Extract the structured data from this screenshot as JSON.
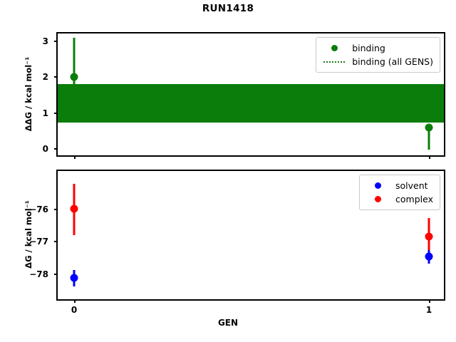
{
  "figure": {
    "title": "RUN1418",
    "xlabel": "GEN",
    "background": "#ffffff"
  },
  "colors": {
    "binding_green": "#0b7d0b",
    "solvent_blue": "#0000ff",
    "complex_red": "#ff0000",
    "axis_black": "#000000"
  },
  "panels": {
    "top": {
      "ylabel": "ΔΔG / kcal mol⁻¹",
      "yticks": [
        "0",
        "1",
        "2",
        "3"
      ],
      "ylim": [
        -0.1,
        3.35
      ],
      "legend": {
        "entries": [
          {
            "label": "binding",
            "handle": "marker-dot",
            "color": "#0b7d0b"
          },
          {
            "label": "binding (all GENS)",
            "handle": "dotted-line",
            "color": "#0b7d0b"
          }
        ]
      }
    },
    "bottom": {
      "ylabel": "ΔG / kcal mol⁻¹",
      "yticks": [
        "−76",
        "−77",
        "−78"
      ],
      "ylim": [
        -78.85,
        -75.15
      ],
      "legend": {
        "entries": [
          {
            "label": "solvent",
            "handle": "marker-dot",
            "color": "#0000ff"
          },
          {
            "label": "complex",
            "handle": "marker-dot",
            "color": "#ff0000"
          }
        ]
      }
    }
  },
  "xaxis": {
    "ticks": [
      "0",
      "1"
    ],
    "values": [
      0,
      1
    ],
    "lim": [
      -0.055,
      1.055
    ]
  },
  "chart_data": [
    {
      "type": "scatter",
      "panel": "top",
      "title": "RUN1418",
      "xlabel": "GEN",
      "ylabel": "ΔΔG / kcal mol⁻¹",
      "x": [
        0,
        1
      ],
      "xticklabels": [
        "0",
        "1"
      ],
      "ylim": [
        -0.1,
        3.35
      ],
      "yticks": [
        0,
        1,
        2,
        3
      ],
      "grid": false,
      "legend_position": "upper right",
      "series": [
        {
          "name": "binding",
          "color": "#0b7d0b",
          "marker": "o",
          "values": [
            2.15,
            0.59
          ],
          "yerr_low": [
            0.95,
            0.59
          ],
          "yerr_high": [
            0.93,
            0.0
          ],
          "err_bounds": [
            [
              1.2,
              3.08
            ],
            [
              0.0,
              0.59
            ]
          ]
        },
        {
          "name": "binding (all GENS)",
          "color": "#0b7d0b",
          "style": "dotted-band",
          "band_low": 0.73,
          "band_high": 1.8,
          "spans_full_x": true
        }
      ]
    },
    {
      "type": "scatter",
      "panel": "bottom",
      "xlabel": "GEN",
      "ylabel": "ΔG / kcal mol⁻¹",
      "x": [
        0,
        1
      ],
      "xticklabels": [
        "0",
        "1"
      ],
      "ylim": [
        -78.85,
        -75.15
      ],
      "yticks": [
        -76,
        -77,
        -78
      ],
      "grid": false,
      "legend_position": "upper right",
      "series": [
        {
          "name": "solvent",
          "color": "#0000ff",
          "marker": "o",
          "values": [
            -78.28,
            -77.48
          ],
          "yerr_low": [
            0.27,
            0.22
          ],
          "yerr_high": [
            0.23,
            0.2
          ],
          "err_bounds": [
            [
              -78.55,
              -78.05
            ],
            [
              -77.7,
              -77.28
            ]
          ]
        },
        {
          "name": "complex",
          "color": "#ff0000",
          "marker": "o",
          "values": [
            -76.13,
            -76.87
          ],
          "yerr_low": [
            0.82,
            0.58
          ],
          "yerr_high": [
            0.78,
            0.59
          ],
          "err_bounds": [
            [
              -76.95,
              -75.35
            ],
            [
              -77.45,
              -76.28
            ]
          ]
        }
      ]
    }
  ]
}
